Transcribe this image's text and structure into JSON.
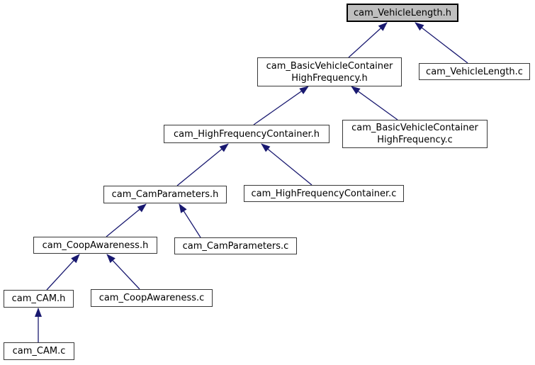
{
  "diagram": {
    "type": "doxygen-include-dependency-graph",
    "root_file": "cam_VehicleLength.h",
    "colors": {
      "edge": "#191970",
      "main_node_fill": "#bfbfbf",
      "node_fill": "#ffffff",
      "node_border": "#383838",
      "main_node_border": "#000000"
    },
    "nodes": [
      {
        "id": "cam_VehicleLength_h",
        "label": "cam_VehicleLength.h",
        "main": true
      },
      {
        "id": "cam_BasicVehicleContainerHighFrequency_h",
        "label": "cam_BasicVehicleContainer\nHighFrequency.h",
        "main": false
      },
      {
        "id": "cam_VehicleLength_c",
        "label": "cam_VehicleLength.c",
        "main": false
      },
      {
        "id": "cam_HighFrequencyContainer_h",
        "label": "cam_HighFrequencyContainer.h",
        "main": false
      },
      {
        "id": "cam_BasicVehicleContainerHighFrequency_c",
        "label": "cam_BasicVehicleContainer\nHighFrequency.c",
        "main": false
      },
      {
        "id": "cam_CamParameters_h",
        "label": "cam_CamParameters.h",
        "main": false
      },
      {
        "id": "cam_HighFrequencyContainer_c",
        "label": "cam_HighFrequencyContainer.c",
        "main": false
      },
      {
        "id": "cam_CoopAwareness_h",
        "label": "cam_CoopAwareness.h",
        "main": false
      },
      {
        "id": "cam_CamParameters_c",
        "label": "cam_CamParameters.c",
        "main": false
      },
      {
        "id": "cam_CAM_h",
        "label": "cam_CAM.h",
        "main": false
      },
      {
        "id": "cam_CoopAwareness_c",
        "label": "cam_CoopAwareness.c",
        "main": false
      },
      {
        "id": "cam_CAM_c",
        "label": "cam_CAM.c",
        "main": false
      }
    ],
    "edges": [
      {
        "from": "cam_BasicVehicleContainerHighFrequency_h",
        "to": "cam_VehicleLength_h"
      },
      {
        "from": "cam_VehicleLength_c",
        "to": "cam_VehicleLength_h"
      },
      {
        "from": "cam_HighFrequencyContainer_h",
        "to": "cam_BasicVehicleContainerHighFrequency_h"
      },
      {
        "from": "cam_BasicVehicleContainerHighFrequency_c",
        "to": "cam_BasicVehicleContainerHighFrequency_h"
      },
      {
        "from": "cam_CamParameters_h",
        "to": "cam_HighFrequencyContainer_h"
      },
      {
        "from": "cam_HighFrequencyContainer_c",
        "to": "cam_HighFrequencyContainer_h"
      },
      {
        "from": "cam_CoopAwareness_h",
        "to": "cam_CamParameters_h"
      },
      {
        "from": "cam_CamParameters_c",
        "to": "cam_CamParameters_h"
      },
      {
        "from": "cam_CAM_h",
        "to": "cam_CoopAwareness_h"
      },
      {
        "from": "cam_CoopAwareness_c",
        "to": "cam_CoopAwareness_h"
      },
      {
        "from": "cam_CAM_c",
        "to": "cam_CAM_h"
      }
    ]
  }
}
